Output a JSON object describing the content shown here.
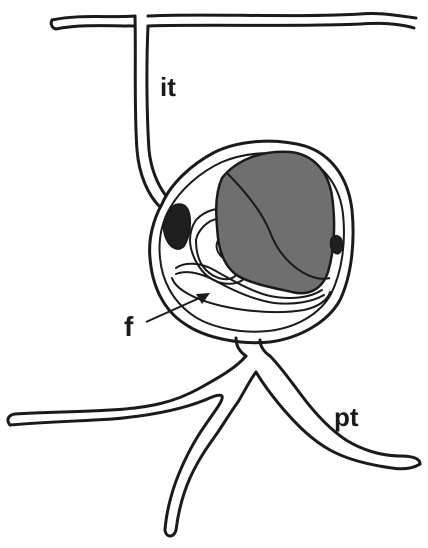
{
  "labels": {
    "it": "it",
    "f": "f",
    "pt": "pt"
  },
  "colors": {
    "ink": "#1a1a1a",
    "shaded_body": "#6f6f6f",
    "dark_blob": "#1f1f1f",
    "background": "#ffffff"
  }
}
